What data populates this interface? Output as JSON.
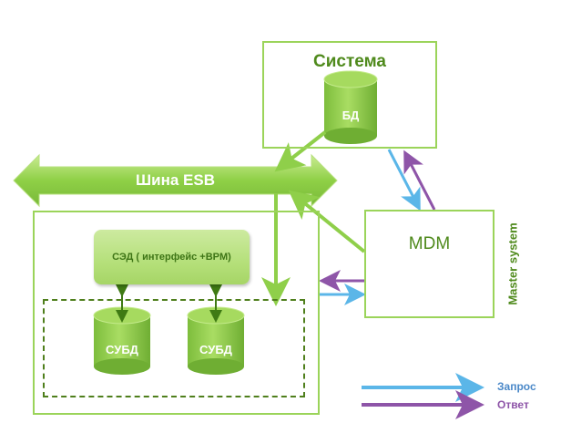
{
  "diagram": {
    "system_box": {
      "title": "Система",
      "db_label": "БД"
    },
    "esb_bus": {
      "label": "Шина ESB"
    },
    "mdm_box": {
      "title": "MDM",
      "side_label": "Master system"
    },
    "left_box": {
      "sed_label": "СЭД ( интерфейс +BPM)",
      "dbms": [
        {
          "label": "СУБД"
        },
        {
          "label": "СУБД"
        }
      ]
    },
    "legend": [
      {
        "label": "Запрос",
        "color": "#5bb6e8"
      },
      {
        "label": "Ответ",
        "color": "#8e55a8"
      }
    ],
    "colors": {
      "green_main": "#8fcf4a",
      "green_dark": "#4f8a1c",
      "request": "#5bb6e8",
      "response": "#8e55a8"
    }
  }
}
